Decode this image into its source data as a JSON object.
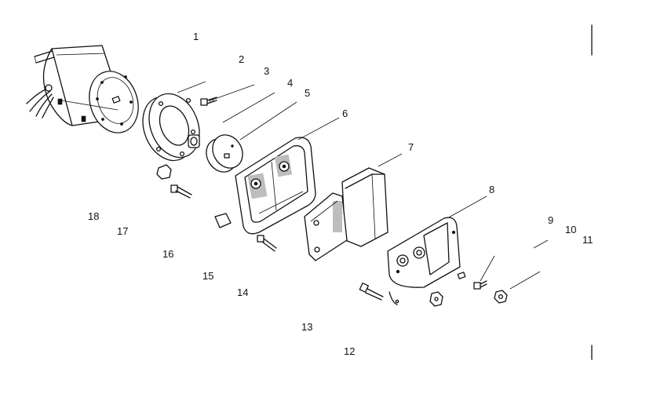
{
  "figure": {
    "callouts": [
      "1",
      "2",
      "3",
      "4",
      "5",
      "6",
      "7",
      "8",
      "9",
      "10",
      "11",
      "12",
      "13",
      "14",
      "15",
      "16",
      "17",
      "18"
    ]
  }
}
